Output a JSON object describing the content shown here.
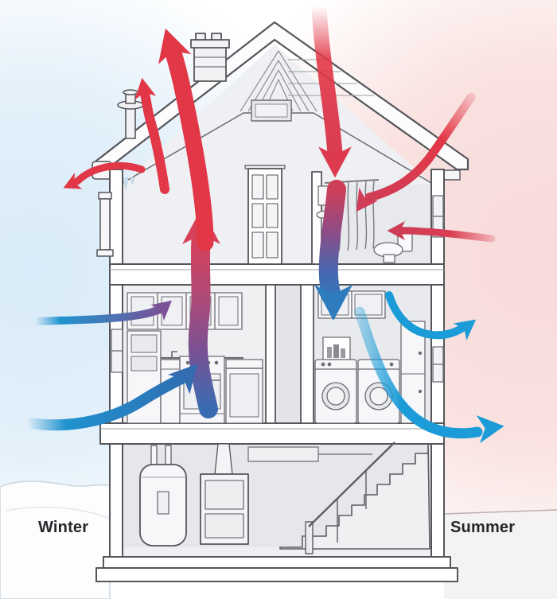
{
  "labels": {
    "winter": "Winter",
    "summer": "Summer"
  },
  "colors": {
    "warm_arrow": "#e23746",
    "cool_arrow": "#1b9cd8",
    "mix_purple": "#7b5096",
    "mix_blue": "#2f6fb3",
    "winter_background": "#d8ebf8",
    "summer_background": "#f7dada",
    "line_art": "#55565b",
    "label_text": "#26262b"
  },
  "scene": {
    "type": "house-cross-section-airflow-diagram",
    "rooms": [
      "attic",
      "upper-hall",
      "bathroom",
      "kitchen",
      "laundry-room",
      "basement"
    ],
    "fixtures": [
      "chimney",
      "roof-vent-pipe",
      "paneled-door",
      "shower-curtain",
      "toilet",
      "pedestal-sink",
      "kitchen-cabinets",
      "range",
      "dishwasher",
      "washer",
      "dryer",
      "water-heater",
      "furnace",
      "basement-stairs"
    ]
  },
  "arrows": [
    {
      "name": "warm-air-rising-main",
      "season": "winter",
      "flow": "cool-to-warm",
      "direction": "up"
    },
    {
      "name": "warm-air-exit-roof-main",
      "season": "winter",
      "flow": "warm",
      "direction": "up-left"
    },
    {
      "name": "warm-air-exit-roof-secondary",
      "season": "winter",
      "flow": "warm",
      "direction": "up"
    },
    {
      "name": "warm-air-leak-at-eave",
      "season": "winter",
      "flow": "warm",
      "direction": "out-left"
    },
    {
      "name": "cold-air-infiltration-upper",
      "season": "winter",
      "flow": "cool-to-purple",
      "direction": "in-right"
    },
    {
      "name": "cold-air-infiltration-lower",
      "season": "winter",
      "flow": "cool",
      "direction": "in-up-right"
    },
    {
      "name": "hot-air-entering-through-roof",
      "season": "summer",
      "flow": "warm",
      "direction": "down"
    },
    {
      "name": "hot-air-entering-at-eave",
      "season": "summer",
      "flow": "warm",
      "direction": "in-down-left"
    },
    {
      "name": "hot-air-entering-through-wall",
      "season": "summer",
      "flow": "warm",
      "direction": "in-left"
    },
    {
      "name": "air-sinking-main",
      "season": "summer",
      "flow": "warm-to-cool",
      "direction": "down"
    },
    {
      "name": "cool-air-exit-upper-wall",
      "season": "summer",
      "flow": "cool",
      "direction": "out-up-right"
    },
    {
      "name": "cool-air-exit-lower-wall",
      "season": "summer",
      "flow": "cool",
      "direction": "out-right"
    }
  ]
}
